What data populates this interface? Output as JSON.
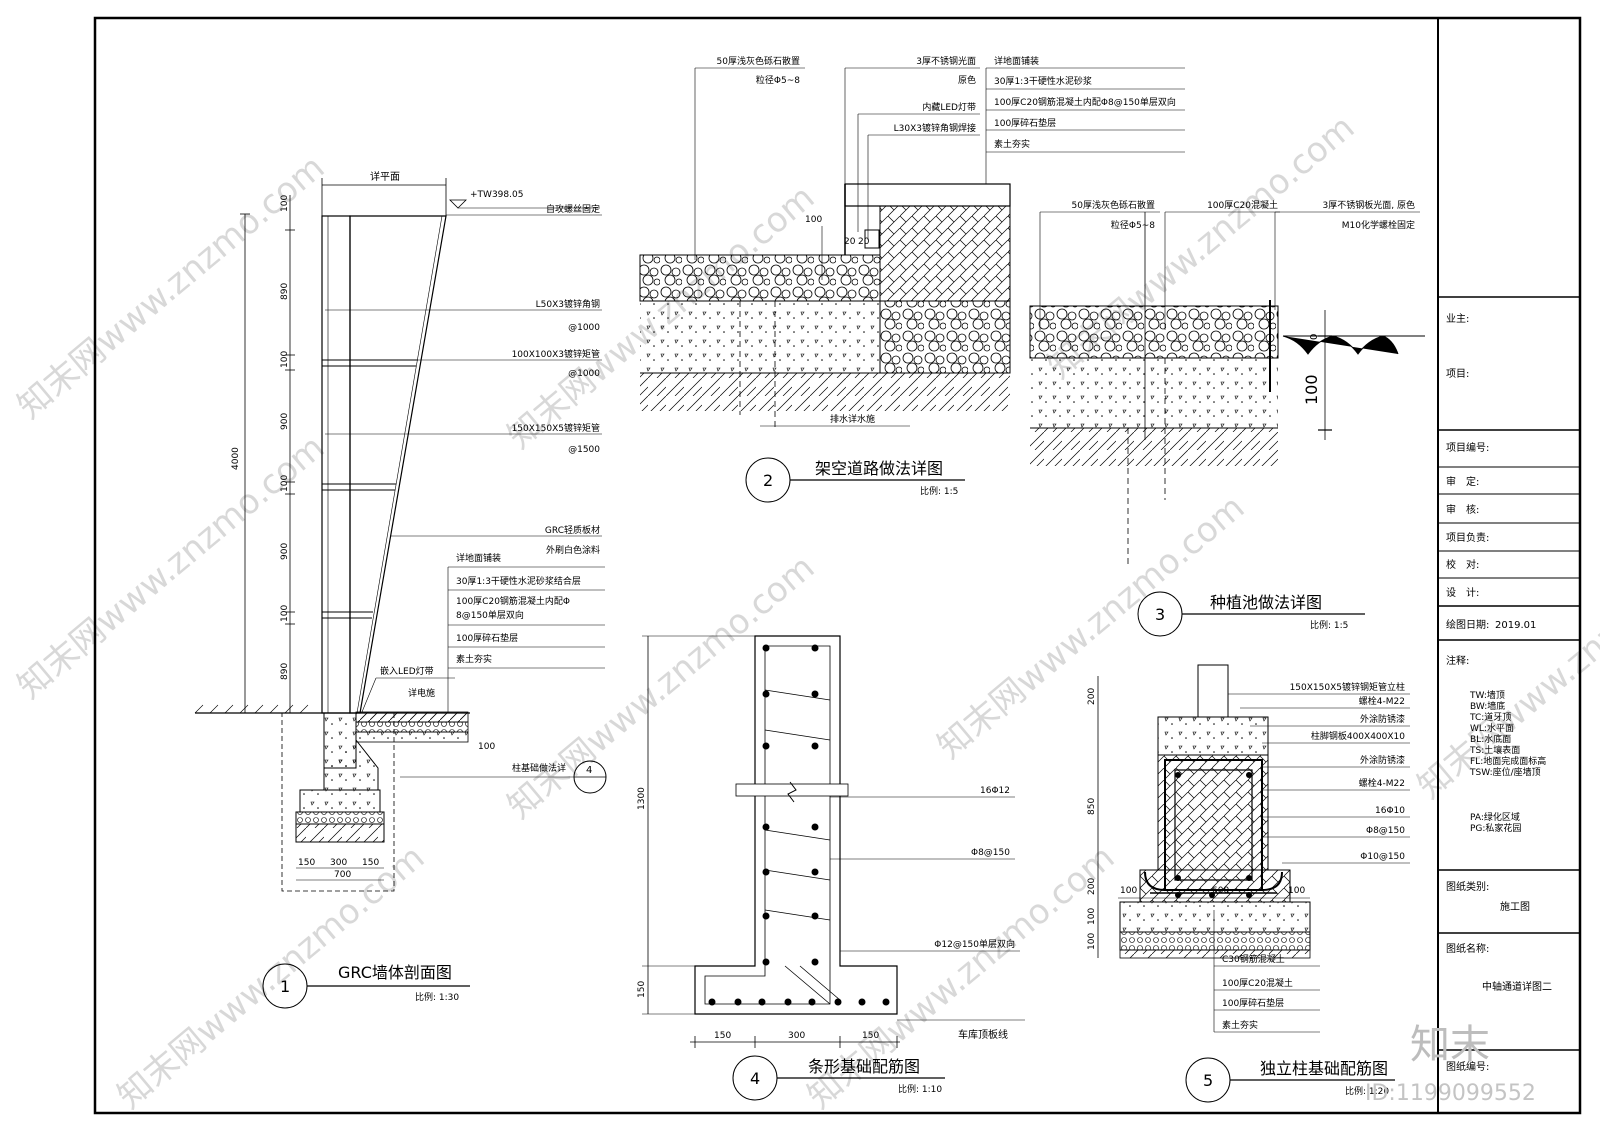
{
  "watermark": {
    "text": "知末网www.znzmo.com",
    "brand": "知末",
    "id": "ID:1199099552"
  },
  "title_block": {
    "owner_label": "业主:",
    "project_label": "项目:",
    "project_no_label": "项目编号:",
    "approve_label": "审　定:",
    "review_label": "审　核:",
    "lead_label": "项目负责:",
    "check_label": "校　对:",
    "design_label": "设　计:",
    "date_label": "绘图日期:",
    "date_value": "2019.01",
    "notes_label": "注释:",
    "notes": [
      "TW:墙顶",
      "BW:墙底",
      "TC:道牙顶",
      "WL:水平面",
      "BL:水底面",
      "TS:土壤表面",
      "FL:地面完成面标高",
      "TSW:座位/座墙顶"
    ],
    "notes2": [
      "PA:绿化区域",
      "PG:私家花园"
    ],
    "category_label": "图纸类别:",
    "category_value": "施工图",
    "name_label": "图纸名称:",
    "name_value": "中轴通道详图二",
    "sheet_no_label": "图纸编号:"
  },
  "d1": {
    "num": "1",
    "title": "GRC墙体剖面图",
    "scale": "比例: 1:30",
    "top_dim": "详平面",
    "elev": "+TW398.05",
    "total_dim": "4000",
    "dims": [
      "100",
      "890",
      "100",
      "900",
      "100",
      "900",
      "100",
      "890"
    ],
    "bottom_dims": [
      "150",
      "300",
      "150"
    ],
    "bottom_total": "700",
    "ref_num": "4",
    "labels": [
      "自攻螺丝固定",
      "L50X3镀锌角钢",
      "@1000",
      "100X100X3镀锌矩管",
      "@1000",
      "150X150X5镀锌矩管",
      "@1500",
      "GRC轻质板材",
      "外刷白色涂料",
      "详地面铺装",
      "30厚1:3干硬性水泥砂浆结合层",
      "100厚C20钢筋混凝土内配Φ",
      "8@150单层双向",
      "100厚碎石垫层",
      "素土夯实",
      "嵌入LED灯带",
      "详电施",
      "100",
      "柱基础做法详"
    ]
  },
  "d2": {
    "num": "2",
    "title": "架空道路做法详图",
    "scale": "比例: 1:5",
    "labels": [
      "50厚浅灰色砾石散置",
      "粒径Φ5~8",
      "3厚不锈钢光面",
      "原色",
      "内藏LED灯带",
      "L30X3镀锌角钢焊接",
      "详地面铺装",
      "30厚1:3干硬性水泥砂浆",
      "100厚C20钢筋混凝土内配Φ8@150单层双向",
      "100厚碎石垫层",
      "素土夯实",
      "100",
      "20",
      "20",
      "排水详水施"
    ]
  },
  "d3": {
    "num": "3",
    "title": "种植池做法详图",
    "scale": "比例: 1:5",
    "labels": [
      "50厚浅灰色砾石散置",
      "粒径Φ5~8",
      "100厚C20混凝土",
      "3厚不锈钢板光面, 原色",
      "M10化学螺栓固定",
      "0",
      "100"
    ]
  },
  "d4": {
    "num": "4",
    "title": "条形基础配筋图",
    "scale": "比例: 1:10",
    "labels": [
      "1300",
      "150",
      "16Φ12",
      "Φ8@150",
      "Φ12@150单层双向",
      "150",
      "300",
      "150",
      "车库顶板线"
    ]
  },
  "d5": {
    "num": "5",
    "title": "独立柱基础配筋图",
    "scale": "比例: 1:20",
    "labels": [
      "150X150X5镀锌钢矩管立柱",
      "螺栓4-M22",
      "外涂防锈漆",
      "柱脚钢板400X400X10",
      "外涂防锈漆",
      "螺栓4-M22",
      "16Φ10",
      "Φ8@150",
      "Φ10@150",
      "200",
      "850",
      "200",
      "100",
      "100",
      "100",
      "600",
      "100",
      "C30钢筋混凝土",
      "100厚C20混凝土",
      "100厚碎石垫层",
      "素土夯实"
    ]
  }
}
